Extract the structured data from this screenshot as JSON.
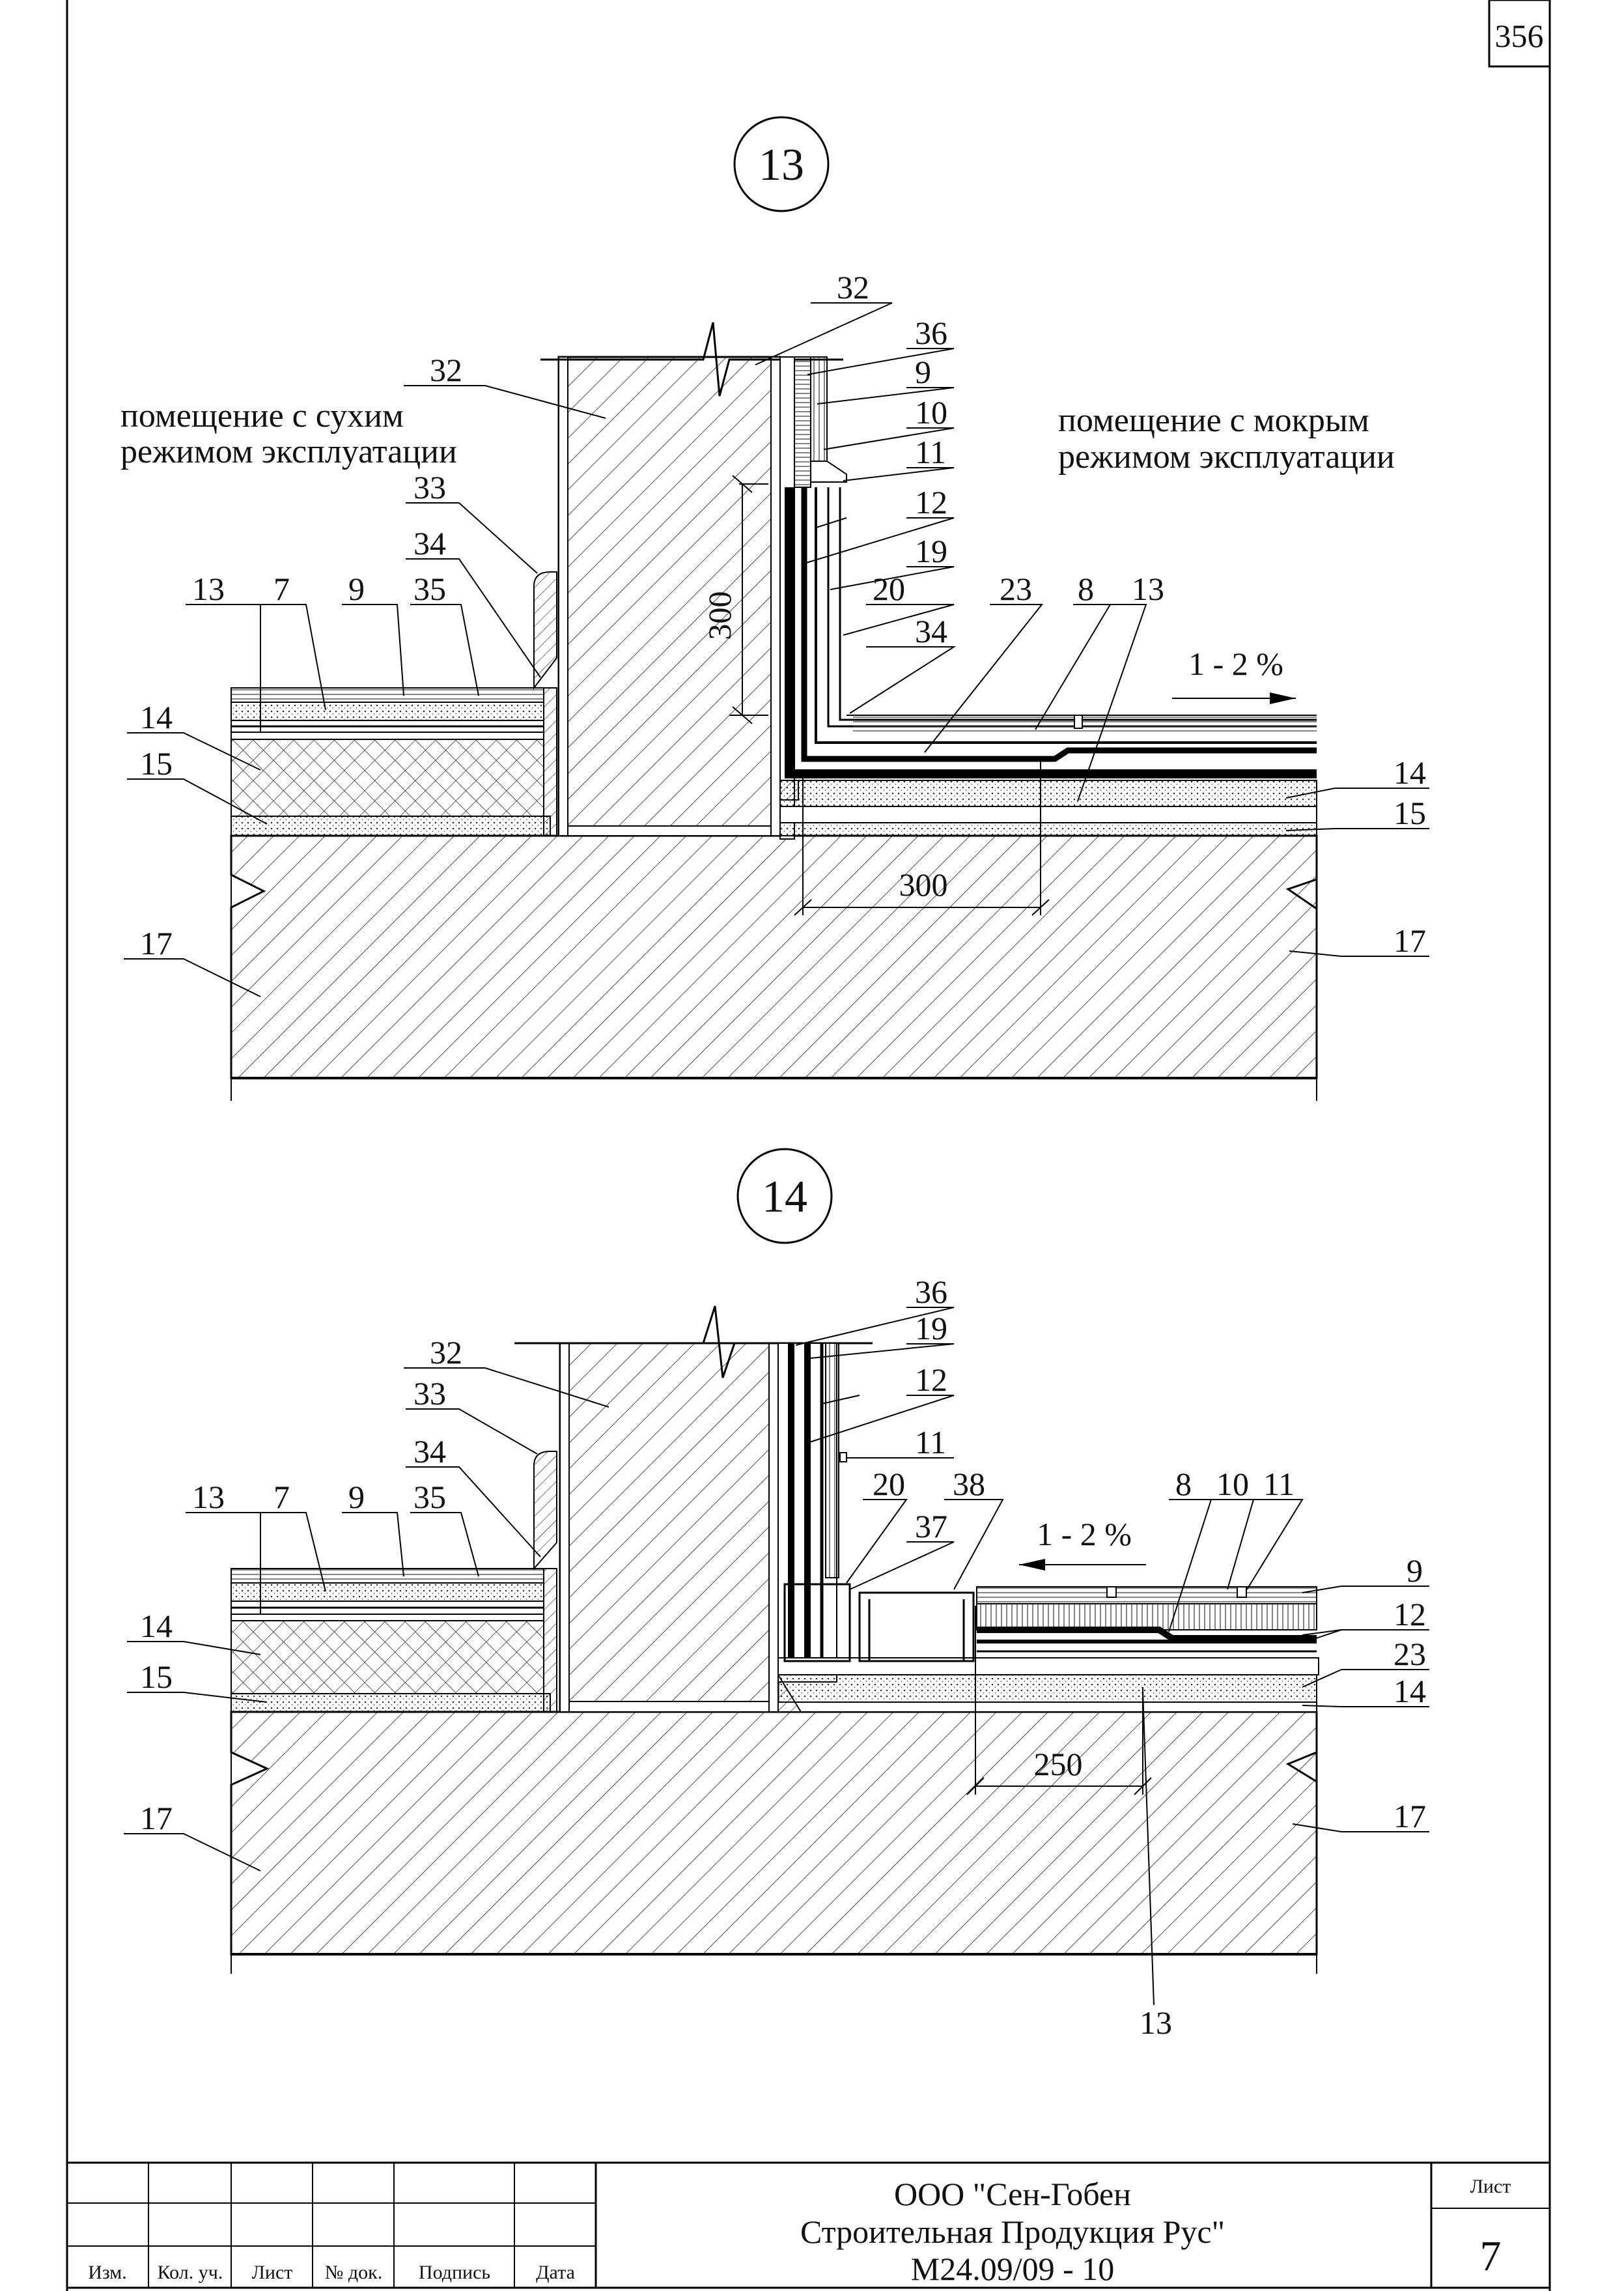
{
  "sheet": {
    "page_number": "356",
    "sheet_label": "Лист",
    "sheet_number": "7"
  },
  "title_block": {
    "company_line1": "ООО \"Сен-Гобен",
    "company_line2": "Строительная Продукция Рус\"",
    "doc_code": "М24.09/09 - 10",
    "columns": [
      "Изм.",
      "Кол. уч.",
      "Лист",
      "№ док.",
      "Подпись",
      "Дата"
    ]
  },
  "detail13": {
    "number": "13",
    "dry_room_line1": "помещение с сухим",
    "dry_room_line2": "режимом эксплуатации",
    "wet_room_line1": "помещение с мокрым",
    "wet_room_line2": "режимом эксплуатации",
    "slope": "1 - 2 %",
    "dim_vertical": "300",
    "dim_horizontal": "300",
    "labels": {
      "l32a": "32",
      "l32b": "32",
      "l36": "36",
      "l9r": "9",
      "l10": "10",
      "l11": "11",
      "l12": "12",
      "l19": "19",
      "l20": "20",
      "l34r": "34",
      "l23": "23",
      "l8": "8",
      "l13r": "13",
      "l33": "33",
      "l34": "34",
      "l13": "13",
      "l7": "7",
      "l9": "9",
      "l35": "35",
      "l14": "14",
      "l15": "15",
      "l17": "17",
      "l14r": "14",
      "l15r": "15",
      "l17r": "17"
    }
  },
  "detail14": {
    "number": "14",
    "slope": "1 - 2 %",
    "dim_horizontal": "250",
    "labels": {
      "l36": "36",
      "l19": "19",
      "l12": "12",
      "l11": "11",
      "l20": "20",
      "l38": "38",
      "l37": "37",
      "l8": "8",
      "l10": "10",
      "l11r": "11",
      "l9r": "9",
      "l12r": "12",
      "l23": "23",
      "l14r": "14",
      "l32": "32",
      "l33": "33",
      "l34": "34",
      "l13": "13",
      "l7": "7",
      "l9": "9",
      "l35": "35",
      "l14": "14",
      "l15": "15",
      "l17": "17",
      "l17r": "17",
      "l13b": "13"
    }
  }
}
